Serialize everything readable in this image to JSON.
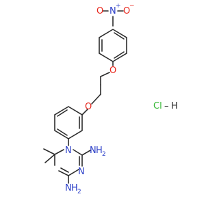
{
  "colors": {
    "carbon_bond": "#2b2b2b",
    "nitrogen": "#2b3ec8",
    "oxygen": "#e8251b",
    "chlorine": "#2fb52f",
    "hydrogen": "#2b2b2b",
    "background": "#ffffff"
  },
  "atoms": {
    "nitro_n": "N",
    "nitro_n_charge": "+",
    "nitro_o_left": "O",
    "nitro_o_right": "O",
    "nitro_o_charge": "−",
    "ether_o_top": "O",
    "ether_o_mid": "O",
    "ring_n1": "N",
    "ring_n3": "N",
    "amine_top_n": "N",
    "amine_top_h": "H",
    "amine_top_h2": "2",
    "amine_bottom_n": "N",
    "amine_bottom_h": "H",
    "amine_bottom_h2": "2"
  },
  "salt": {
    "cl": "Cl",
    "separator": "–",
    "h": "H"
  }
}
